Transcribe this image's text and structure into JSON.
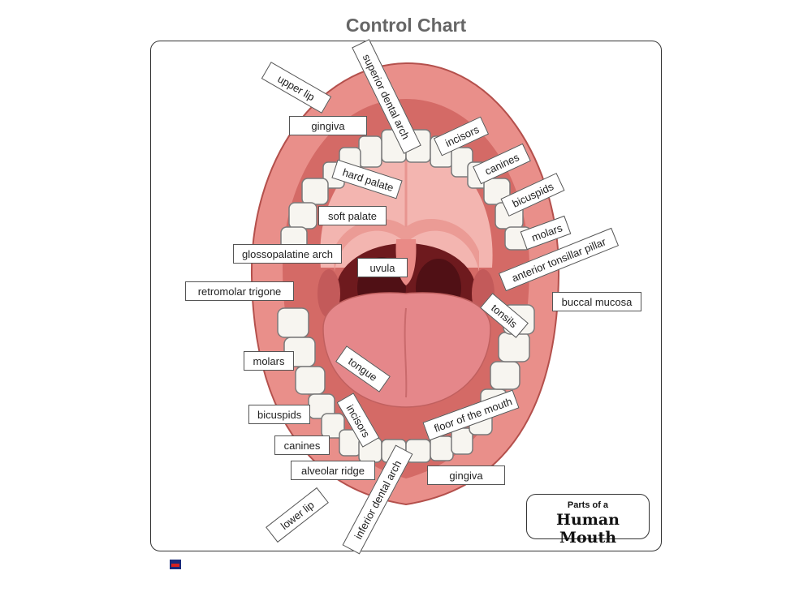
{
  "title": "Control Chart",
  "badge": {
    "line1": "Parts of a",
    "line2": "Human Mouth"
  },
  "colors": {
    "lip": "#e98f8a",
    "lip_dark": "#c9605c",
    "cavity": "#6e1a1e",
    "tongue": "#e5878a",
    "palate": "#f3b5b0",
    "tooth": "#f7f5f0"
  },
  "labels": {
    "upper_lip": "upper lip",
    "superior_dental_arch": "superior dental arch",
    "gingiva_top": "gingiva",
    "incisors_top": "incisors",
    "canines_top": "canines",
    "hard_palate": "hard palate",
    "bicuspids_top": "bicuspids",
    "soft_palate": "soft palate",
    "molars_top": "molars",
    "glossopalatine_arch": "glossopalatine arch",
    "anterior_tonsillar_pillar": "anterior tonsillar pillar",
    "uvula": "uvula",
    "retromolar_trigone": "retromolar trigone",
    "buccal_mucosa": "buccal mucosa",
    "tonsils": "tonsils",
    "molars_bottom": "molars",
    "tongue": "tongue",
    "bicuspids_bottom": "bicuspids",
    "incisors_bottom": "incisors",
    "floor_of_the_mouth": "floor of the mouth",
    "canines_bottom": "canines",
    "alveolar_ridge": "alveolar ridge",
    "gingiva_bottom": "gingiva",
    "inferior_dental_arch": "inferior dental arch",
    "lower_lip": "lower lip"
  }
}
